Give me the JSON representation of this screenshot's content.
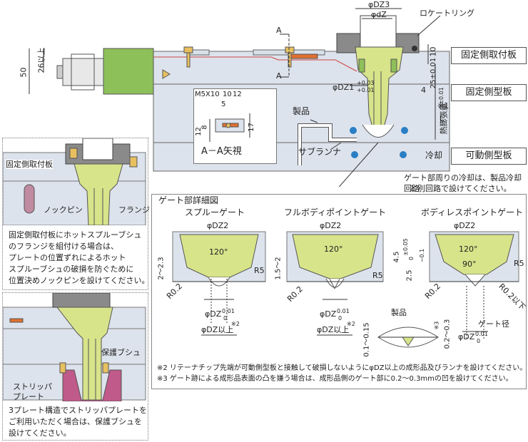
{
  "top": {
    "dim_dz3": "φDZ3",
    "dim_dz": "φdZ",
    "locate_ring": "ロケートリング",
    "section_a1": "A",
    "section_a2": "A",
    "dim_50": "50",
    "dim_26": "26以上",
    "dim_10": "10",
    "dim_25": "25±0.01",
    "dim_4": "4",
    "dim_dz1": "φDZ1",
    "dim_dz1_tol_up": "+0.03",
    "dim_dz1_tol_lo": "+0.01",
    "dim_l": "L",
    "dim_l_tol": "±0.01",
    "note1_mark": "※1",
    "vertical_label": "熱膨張量",
    "product": "製品",
    "sub_runner": "サブランナ",
    "cooling": "冷却",
    "plates": [
      "固定側取付板",
      "固定側型板",
      "可動側型板"
    ],
    "cooling_note": [
      "ゲート部周りの冷却は、製品冷却回路",
      "と別回路で設けてください。"
    ]
  },
  "aa_view": {
    "m5x10": "M5X10",
    "d10": "10",
    "d12": "12",
    "d5": "5",
    "d12b": "12",
    "d8": "8",
    "d17": "17",
    "title": "A－A矢視"
  },
  "box1": {
    "title": "固定側取付板",
    "knock_pin": "ノックピン",
    "flange": "フランジ",
    "note": [
      "固定側取付板にホットスプルーブシュ",
      "のフランジを組付ける場合は、",
      "プレートの位置ずれによるホット",
      "スプルーブシュの破損を防ぐために",
      "位置決めノックピンを設けてください。"
    ]
  },
  "box2": {
    "guard": "保護ブシュ",
    "stripper": [
      "ストリッパ",
      "プレート"
    ],
    "note": [
      "3プレート構造でストリッパプレートを",
      "ご利用いただく場合は、保護ブシュを",
      "設けてください。"
    ]
  },
  "gate": {
    "title": "ゲート部詳細図",
    "types": [
      "スプルーゲート",
      "フルボディポイントゲート",
      "ボディレスポイントゲート"
    ],
    "dz2": "φDZ2",
    "angle120": "120°",
    "angle90": "90°",
    "r5": "R5",
    "r02": "R0.2",
    "r02_below": "R0.2以下",
    "d2_23": "2～2.3",
    "d15_2": "1.5～2",
    "d45": "4.5",
    "d45_tol": "±0.05",
    "d25": "2.5",
    "d25_tol_up": "0",
    "d25_tol_lo": "−0.1",
    "dz_gate": "φDZ",
    "dz_tol_up": "0.01",
    "dz_tol_lo": "0",
    "dz_min": "φDZ以上",
    "note2_mark": "※2",
    "note3_mark": "※3",
    "d01_015": "0.1～0.15",
    "d02_03": "0.2～0.3",
    "product": "製品",
    "gate_dia": "ゲート径",
    "foot2": "※2 リテーナチップ先端が可動側型板と接触して破損しないようにφDZ以上の成形品及びランナを設けてください。",
    "foot3": "※3 ゲート跡による成形品表面の凸を嫌う場合は、成形品側のゲート部に0.2～0.3mmの凹を設けてください。"
  },
  "colors": {
    "plate": "#dde3ec",
    "nozzle": "#d8e48a",
    "heater": "#8ec05a",
    "water": "#2a7fc4",
    "ring": "#8a8a8a",
    "pin": "#e8c060",
    "orange": "#e07030"
  }
}
